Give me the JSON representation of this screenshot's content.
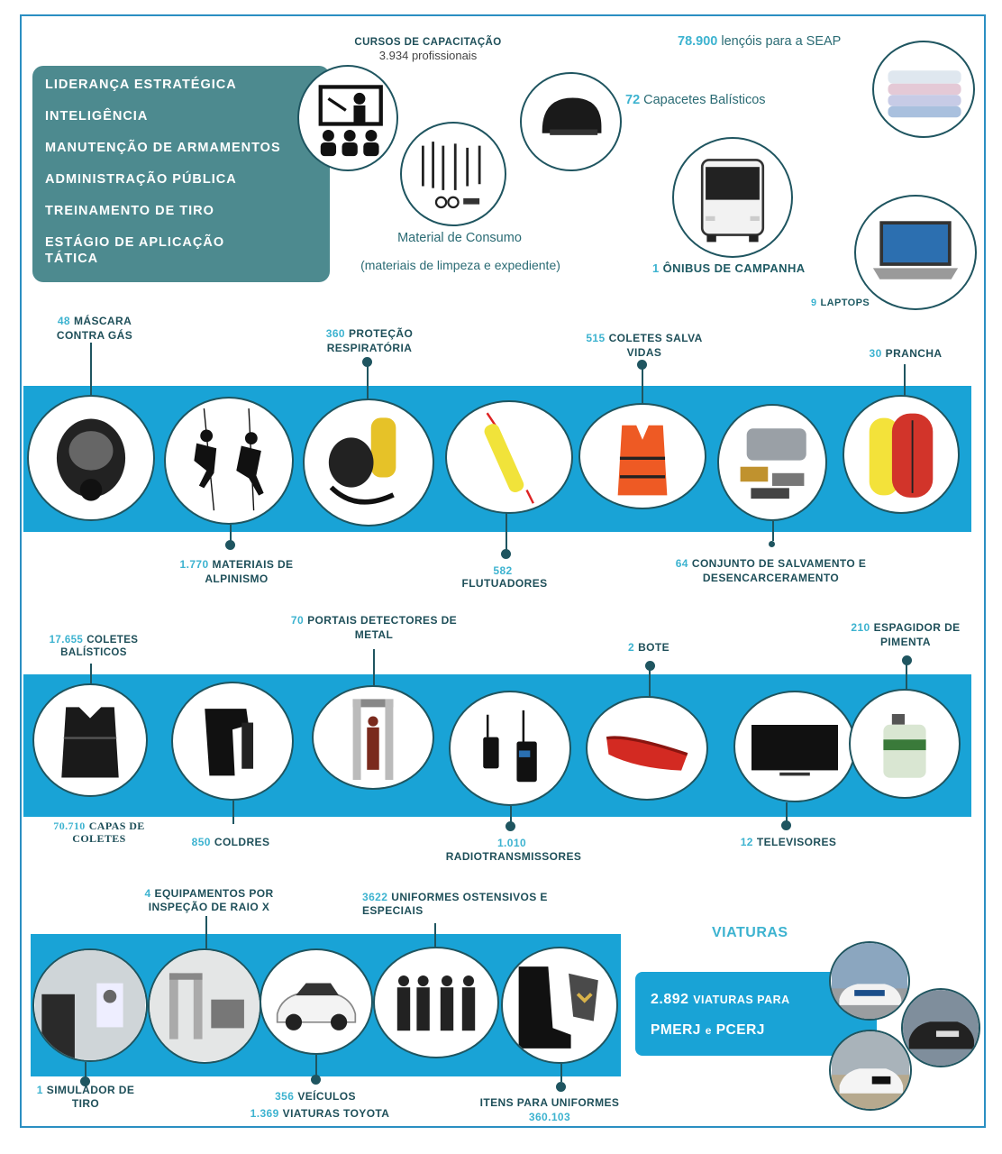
{
  "leadership": [
    "LIDERANÇA ESTRATÉGICA",
    "INTELIGÊNCIA",
    "MANUTENÇÃO DE ARMAMENTOS",
    "ADMINISTRAÇÃO PÚBLICA",
    "TREINAMENTO DE TIRO",
    "ESTÁGIO DE APLICAÇÃO TÁTICA"
  ],
  "top": {
    "courses_title": "CURSOS DE CAPACITAÇÃO",
    "courses_sub": "3.934 profissionais",
    "consumo_title": "Material de Consumo",
    "consumo_sub": "(materiais de limpeza e expediente)",
    "helmet_num": "72",
    "helmet_text": "Capacetes Balísticos",
    "sheets_num": "78.900",
    "sheets_text": "lençóis para a SEAP",
    "bus_num": "1",
    "bus_text": "ÔNIBUS DE CAMPANHA",
    "laptop_num": "9",
    "laptop_text": "LAPTOPS"
  },
  "row1": {
    "mask": {
      "num": "48",
      "text": "MÁSCARA CONTRA GÁS"
    },
    "climb": {
      "num": "1.770",
      "text": "MATERIAIS DE ALPINISMO"
    },
    "resp": {
      "num": "360",
      "text": "PROTEÇÃO RESPIRATÓRIA"
    },
    "float": {
      "num": "582",
      "text": "FLUTUADORES"
    },
    "vest": {
      "num": "515",
      "text": "COLETES SALVA VIDAS"
    },
    "rescue": {
      "num": "64",
      "text": "CONJUNTO DE SALVAMENTO E DESENCARCERAMENTO"
    },
    "board": {
      "num": "30",
      "text": "PRANCHA"
    }
  },
  "row2": {
    "ballistic": {
      "num": "17.655",
      "text": "COLETES BALÍSTICOS"
    },
    "covers": {
      "num": "70.710",
      "text": "CAPAS DE COLETES"
    },
    "holster": {
      "num": "850",
      "text": "COLDRES"
    },
    "portal": {
      "num": "70",
      "text": "PORTAIS DETECTORES DE METAL"
    },
    "radio": {
      "num": "1.010",
      "text": "RADIOTRANSMISSORES"
    },
    "boat": {
      "num": "2",
      "text": "BOTE"
    },
    "tv": {
      "num": "12",
      "text": "TELEVISORES"
    },
    "pepper": {
      "num": "210",
      "text": "ESPAGIDOR DE PIMENTA"
    }
  },
  "row3": {
    "sim": {
      "num": "1",
      "text": "SIMULADOR DE TIRO"
    },
    "xray": {
      "num": "4",
      "text": "EQUIPAMENTOS POR INSPEÇÃO DE RAIO X"
    },
    "vehicles_num": "356",
    "vehicles_text": "VEÍCULOS",
    "toyota_num": "1.369",
    "toyota_text": "VIATURAS TOYOTA",
    "uniforms": {
      "num": "3622",
      "text": "UNIFORMES OSTENSIVOS E ESPECIAIS"
    },
    "items_text": "ITENS PARA UNIFORMES",
    "items_num": "360.103"
  },
  "viaturas": {
    "title": "VIATURAS",
    "count": "2.892",
    "line1": "VIATURAS PARA",
    "line2a": "PMERJ",
    "line2b": "e",
    "line2c": "PCERJ"
  },
  "icons": [
    "training-icon",
    "consumables-icon",
    "helmet-icon",
    "sheets-icon",
    "bus-icon",
    "laptop-icon",
    "gas-mask-icon",
    "climbers-icon",
    "respirator-icon",
    "float-icon",
    "life-vest-icon",
    "rescue-kit-icon",
    "bodyboard-icon",
    "ballistic-vest-icon",
    "holster-icon",
    "metal-detector-icon",
    "radio-icon",
    "boat-icon",
    "tv-icon",
    "pepper-grenade-icon",
    "shooting-sim-icon",
    "xray-icon",
    "car-icon",
    "uniforms-icon",
    "boots-icon",
    "police-car-icon"
  ],
  "colors": {
    "band": "#19a3d6",
    "leader_box": "#4d8a8f",
    "accent_num": "#3db3d0",
    "dark": "#1f5560"
  }
}
